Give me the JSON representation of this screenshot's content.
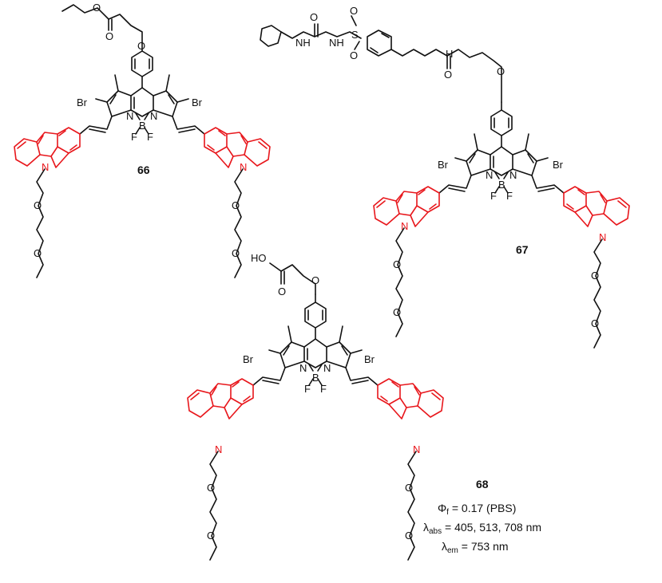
{
  "compounds": [
    {
      "id": "66"
    },
    {
      "id": "67"
    },
    {
      "id": "68"
    }
  ],
  "atoms": {
    "br": "Br",
    "n": "N",
    "b": "B",
    "f": "F",
    "o": "O",
    "s": "S",
    "nh": "NH",
    "h": "H",
    "ho": "HO"
  },
  "properties": {
    "phi_symbol": "Φ",
    "phi_sub": "f",
    "phi_value": " = 0.17 (PBS)",
    "abs_symbol": "λ",
    "abs_sub": "abs",
    "abs_value": " = 405, 513, 708 nm",
    "em_symbol": "λ",
    "em_sub": "em",
    "em_value": " = 753 nm"
  },
  "colors": {
    "bond": "#111111",
    "carbazole": "#e8171c"
  }
}
